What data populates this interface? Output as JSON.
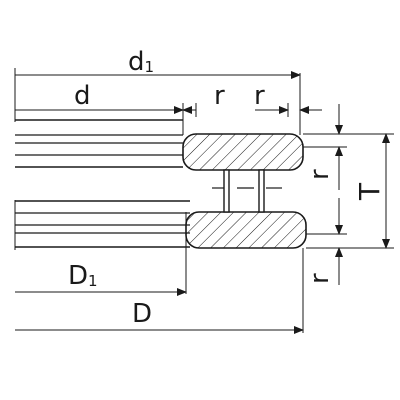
{
  "labels": {
    "d1_main": "d",
    "d1_sub": "1",
    "d": "d",
    "r_top_left": "r",
    "r_top_right": "r",
    "r_right_upper": "r",
    "T": "T",
    "D1_main": "D",
    "D1_sub": "1",
    "D": "D",
    "r_right_lower": "r"
  },
  "colors": {
    "line": "#1a1a1a",
    "background": "#ffffff"
  }
}
